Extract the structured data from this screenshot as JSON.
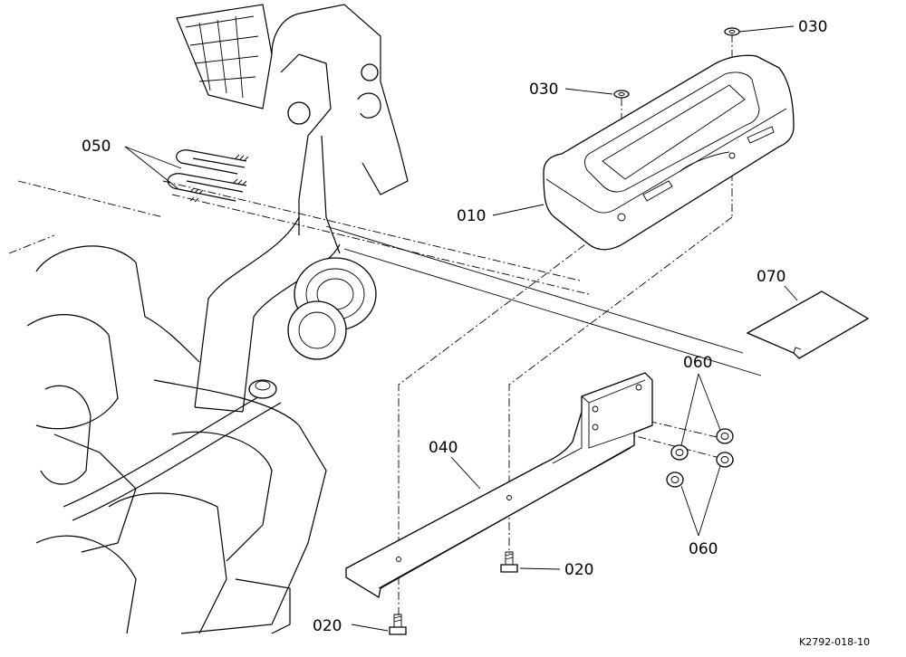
{
  "callouts": {
    "p010": "010",
    "p020a": "020",
    "p020b": "020",
    "p030a": "030",
    "p030b": "030",
    "p040": "040",
    "p050": "050",
    "p060a": "060",
    "p060b": "060",
    "p070": "070"
  },
  "drawing_number": "K2792-018-10"
}
